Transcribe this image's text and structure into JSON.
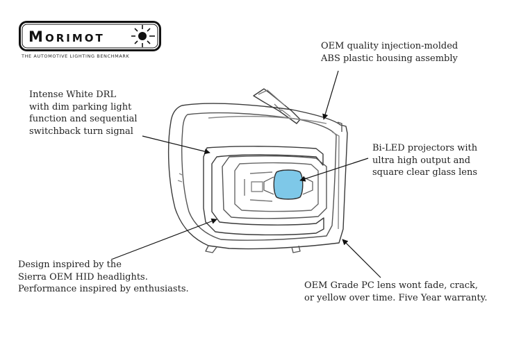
{
  "brand": {
    "logo_text": "MORIMOTO",
    "tagline": "The Automotive Lighting Benchmark"
  },
  "callouts": {
    "housing": {
      "lines": [
        "OEM quality injection-molded",
        "ABS plastic housing assembly"
      ]
    },
    "drl": {
      "lines": [
        "Intense White DRL",
        "with dim parking light",
        "function and sequential",
        "switchback turn signal"
      ]
    },
    "projectors": {
      "lines": [
        "Bi-LED projectors with",
        "ultra high output and",
        "square clear glass lens"
      ]
    },
    "design": {
      "lines": [
        "Design inspired by the",
        "Sierra OEM HID headlights.",
        "Performance inspired by enthusiasts."
      ]
    },
    "lens": {
      "lines": [
        "OEM Grade PC lens wont fade, crack,",
        "or yellow over time. Five Year warranty."
      ]
    }
  },
  "colors": {
    "projector_lens": "#7ec8e8",
    "outline": "#3a3a3a",
    "light_outline": "#9a9a9a"
  }
}
